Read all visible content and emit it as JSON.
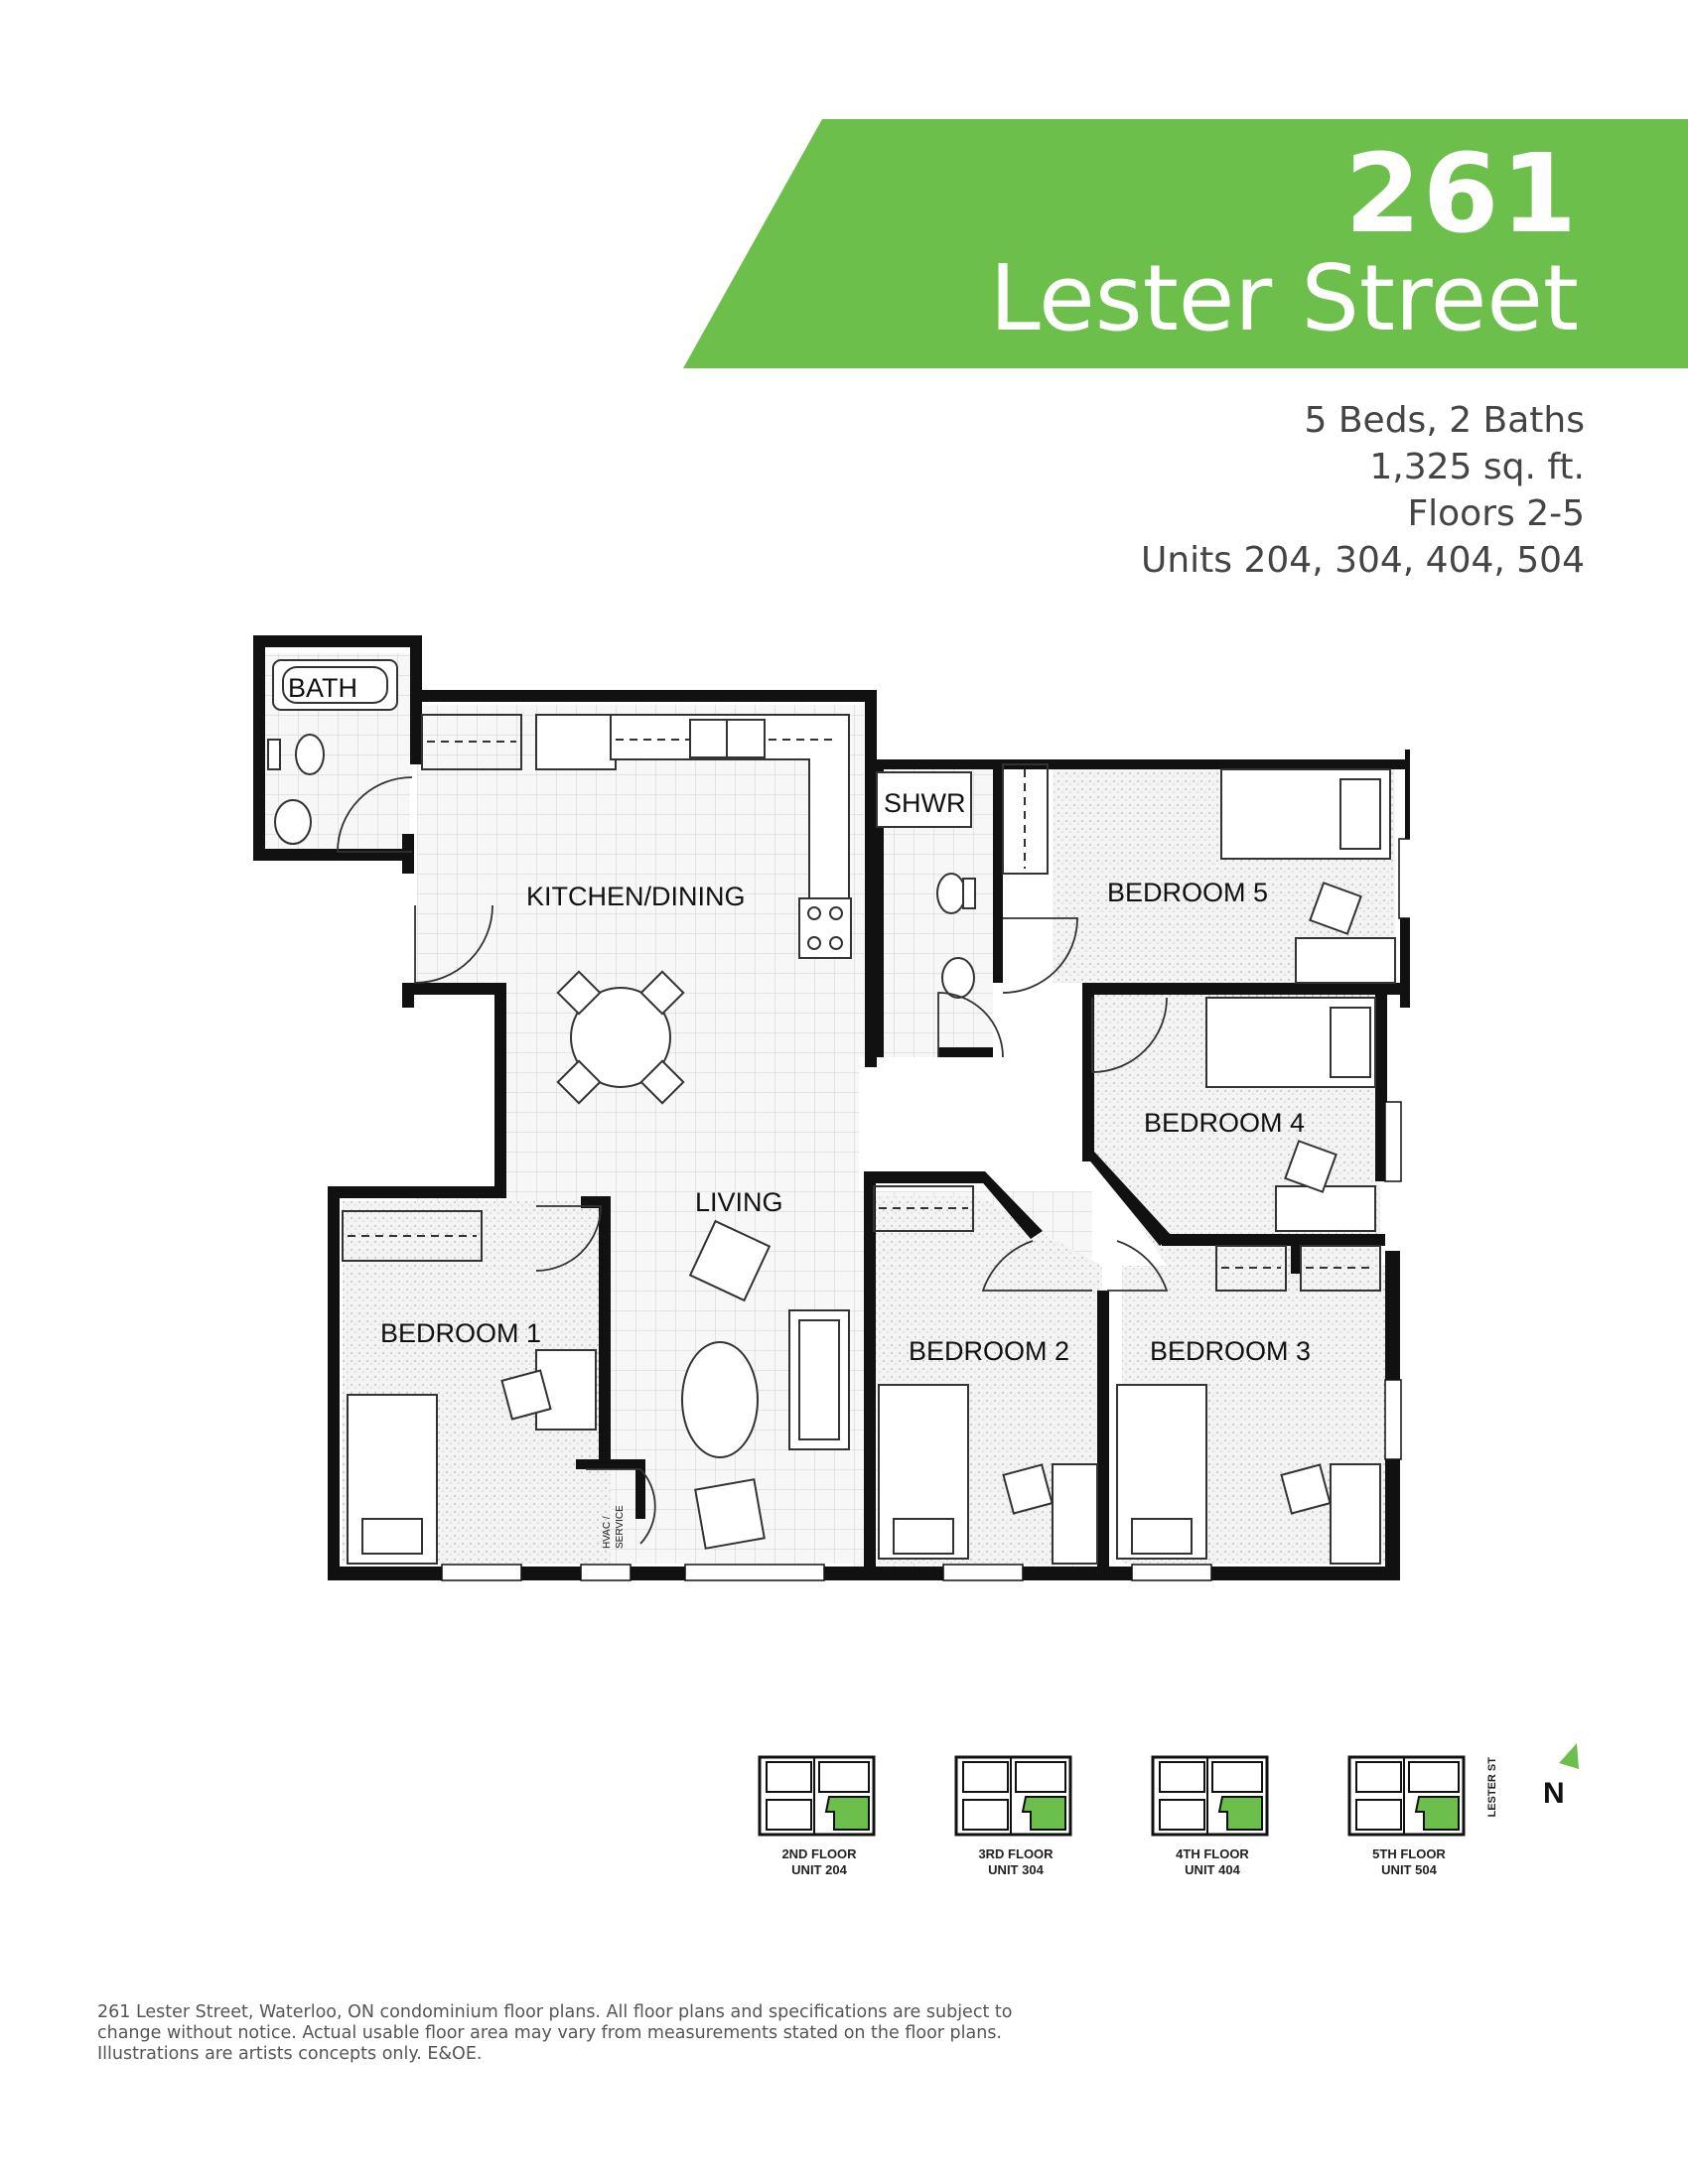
{
  "header": {
    "number": "261",
    "street": "Lester Street",
    "accent_color": "#6dbf4b"
  },
  "specs": {
    "beds_baths": "5 Beds, 2 Baths",
    "area": "1,325 sq. ft.",
    "floors": "Floors 2-5",
    "units": "Units 204, 304, 404, 504"
  },
  "rooms": {
    "bath": "BATH",
    "shower": "SHWR",
    "kitchen": "KITCHEN/DINING",
    "living": "LIVING",
    "bedroom1": "BEDROOM 1",
    "bedroom2": "BEDROOM 2",
    "bedroom3": "BEDROOM 3",
    "bedroom4": "BEDROOM 4",
    "bedroom5": "BEDROOM 5",
    "hvac_line1": "HVAC /",
    "hvac_line2": "SERVICE"
  },
  "key_plans": [
    {
      "floor": "2ND FLOOR",
      "unit": "UNIT 204"
    },
    {
      "floor": "3RD FLOOR",
      "unit": "UNIT 304"
    },
    {
      "floor": "4TH FLOOR",
      "unit": "UNIT 404"
    },
    {
      "floor": "5TH FLOOR",
      "unit": "UNIT 504"
    }
  ],
  "compass": {
    "street": "LESTER ST",
    "north": "N"
  },
  "disclaimer": "261 Lester Street, Waterloo, ON condominium floor plans. All floor plans and specifications are subject to change without notice. Actual usable floor area may vary from measurements stated on the floor plans. Illustrations are artists concepts only. E&OE."
}
